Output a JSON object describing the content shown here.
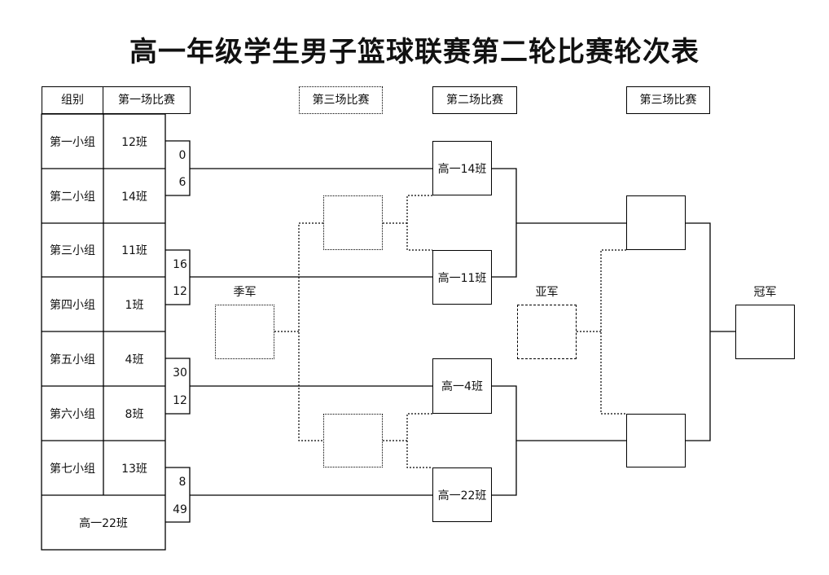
{
  "title": "高一年级学生男子篮球联赛第二轮比赛轮次表",
  "headers": {
    "group": "组别",
    "round1": "第一场比赛",
    "round3_left": "第三场比赛",
    "round2": "第二场比赛",
    "round3_right": "第三场比赛"
  },
  "groups": [
    {
      "group": "第一小组",
      "team": "12班"
    },
    {
      "group": "第二小组",
      "team": "14班"
    },
    {
      "group": "第三小组",
      "team": "11班"
    },
    {
      "group": "第四小组",
      "team": "1班"
    },
    {
      "group": "第五小组",
      "team": "4班"
    },
    {
      "group": "第六小组",
      "team": "8班"
    },
    {
      "group": "第七小组",
      "team": "13班"
    }
  ],
  "last_team": "高一22班",
  "scores": [
    "0",
    "6",
    "16",
    "12",
    "30",
    "12",
    "8",
    "49"
  ],
  "round2_winners": [
    "高一14班",
    "高一11班",
    "高一4班",
    "高一22班"
  ],
  "labels": {
    "third_place": "季军",
    "runner_up": "亚军",
    "champion": "冠军"
  }
}
